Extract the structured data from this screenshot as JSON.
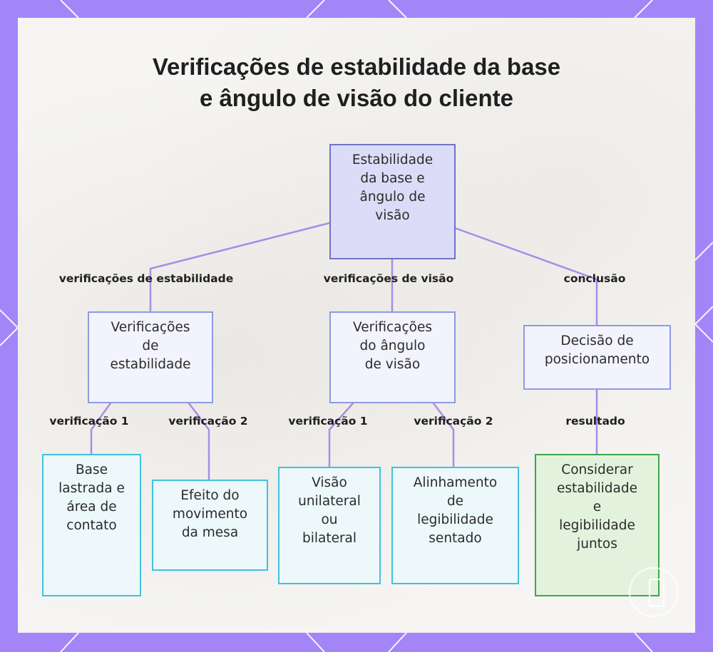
{
  "title": {
    "line1": "Verificações de estabilidade da base",
    "line2": "e ângulo de visão do cliente"
  },
  "nodes": {
    "root": "Estabilidade\nda base e\nângulo de\nvisão",
    "stability": "Verificações\nde\nestabilidade",
    "viewing": "Verificações\ndo ângulo\nde visão",
    "decision": "Decisão de\nposicionamento",
    "stab_check1": "Base\nlastrada e\nárea de\ncontato",
    "stab_check2": "Efeito do\nmovimento\nda mesa",
    "view_check1": "Visão\nunilateral\nou\nbilateral",
    "view_check2": "Alinhamento\nde\nlegibilidade\nsentado",
    "result": "Considerar\nestabilidade\ne\nlegibilidade\njuntos"
  },
  "edge_labels": {
    "stability": "verificações de estabilidade",
    "viewing": "verificações de visão",
    "conclusion": "conclusão",
    "stab_v1": "verificação 1",
    "stab_v2": "verificação 2",
    "view_v1": "verificação 1",
    "view_v2": "verificação 2",
    "result": "resultado"
  },
  "colors": {
    "frame": "#a385f7",
    "edge": "#a78de8",
    "root_border": "#6f73c6",
    "mid_border": "#8d9be0",
    "leaf_border": "#3fc2de",
    "result_border": "#3aa84a"
  }
}
